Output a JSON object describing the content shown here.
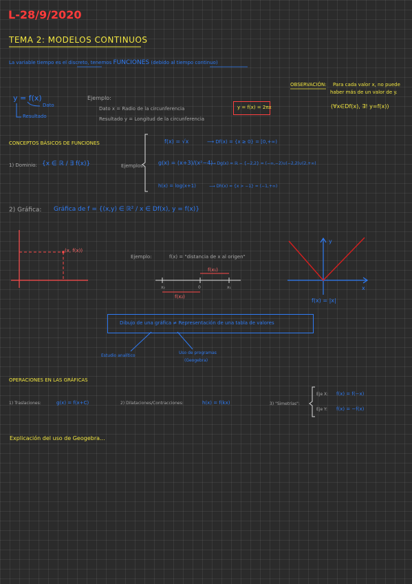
{
  "header": {
    "date": "L-28/9/2020",
    "topic": "TEMA 2: MODELOS CONTINUOS"
  },
  "intro": {
    "text_before": "La variable tiempo es el discreto, tenemos",
    "highlight": "FUNCIONES",
    "text_after": "(debido al tiempo continuo)"
  },
  "observacion": {
    "label": "OBSERVACIÓN:",
    "line1": "Para cada valor x, no puede",
    "line2": "haber más de un valor de y.",
    "formula": "(∀x∈Df(x), ∃! y=f(x))"
  },
  "function_def": {
    "formula": "y = f(x)",
    "dato": "Dato",
    "resultado": "Resultado",
    "ejemplo_label": "Ejemplo:",
    "dato_line": "Dato x = Radio de la circunferencia",
    "result_line": "Resultado y = Longitud de la circunferencia",
    "boxed_formula": "y = f(x) = 2πx"
  },
  "conceptos": {
    "title": "CONCEPTOS BÁSICOS DE FUNCIONES",
    "dominio_label": "1) Dominio:",
    "dominio_formula": "{x ∈ ℝ / ∃ f(x)}",
    "ejemplos_label": "Ejemplos:",
    "ex1": "f(x) = √x",
    "ex1_res": "⟶ Df(x) = {x ≥ 0} = [0,+∞)",
    "ex2": "g(x) = (x+3)/(x²−4)",
    "ex2_res": "⟶ Dg(x) = ℝ − {−2,2} = (−∞,−2)∪(−2,2)∪(2,+∞)",
    "ex3": "h(x) = log(x+1)",
    "ex3_res": "⟶ Dh(x) = {x > −1} = (−1,+∞)"
  },
  "grafica": {
    "label": "2) Gráfica:",
    "definition": "Gráfica de f = {(x,y) ∈ ℝ² / x ∈ Df(x), y = f(x)}",
    "point_label": "(x, f(x))",
    "ejemplo": "Ejemplo:",
    "ejemplo_text": "f(x) = \"distancia de x al origen\"",
    "fx_top": "f(x₁)",
    "fx_bottom": "f(x₂)",
    "x2": "x₂",
    "zero": "0",
    "x1": "x₁",
    "abs_label": "f(x) = |x|",
    "axis_y": "y",
    "axis_x": "x",
    "note": "Dibujo de una gráfica ≠ Representación de una tabla de valores",
    "estudio": "Estudio analítico",
    "uso1": "Uso de programas",
    "uso2": "(Geogebra)"
  },
  "operaciones": {
    "title": "OPERACIONES EN LAS GRÁFICAS",
    "op1_label": "1) Traslaciones:",
    "op1_formula": "g(x) = f(x+C)",
    "op2_label": "2) Dilataciones/Contracciones:",
    "op2_formula": "h(x) = f(kx)",
    "op3_label": "3) \"Simetrías\":",
    "ejex_label": "Eje X:",
    "ejex_formula": "f(x) = f(−x)",
    "ejey_label": "Eje Y:",
    "ejey_formula": "f(x) = −f(x)"
  },
  "footer": {
    "text": "Explicación del uso de Geogebra..."
  },
  "colors": {
    "background": "#2b2b2b",
    "red": "#ff3b3b",
    "yellow": "#f2e640",
    "blue": "#2f7cf6",
    "grey": "#a8a8a8"
  }
}
